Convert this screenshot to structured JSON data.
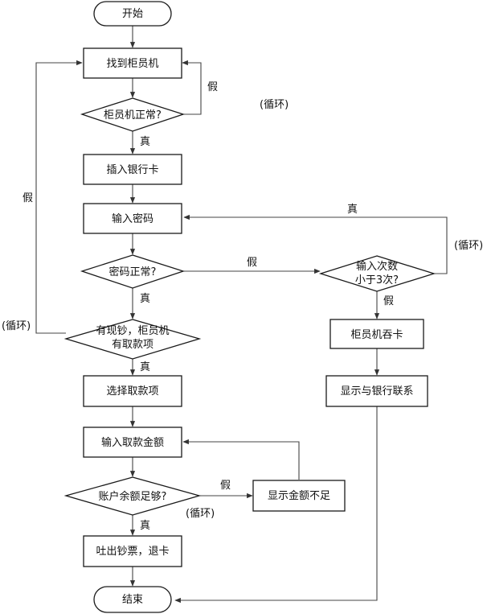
{
  "flowchart": {
    "start": "开始",
    "find_atm": "找到柜员机",
    "atm_ok": "柜员机正常?",
    "insert_card": "插入银行卡",
    "enter_password": "输入密码",
    "password_ok": "密码正常?",
    "tries_line1": "输入次数",
    "tries_line2": "小于3次?",
    "atm_keeps_card": "柜员机吞卡",
    "show_contact_bank": "显示与银行联系",
    "cash_line1": "有现钞，柜员机",
    "cash_line2": "有取款项",
    "choose_withdraw_item": "选择取款项",
    "enter_amount": "输入取款金额",
    "balance_ok": "账户余额足够?",
    "show_insufficient": "显示金额不足",
    "dispense": "吐出钞票，退卡",
    "end": "结束"
  },
  "labels": {
    "true": "真",
    "false": "假",
    "loop": "(循环)"
  }
}
